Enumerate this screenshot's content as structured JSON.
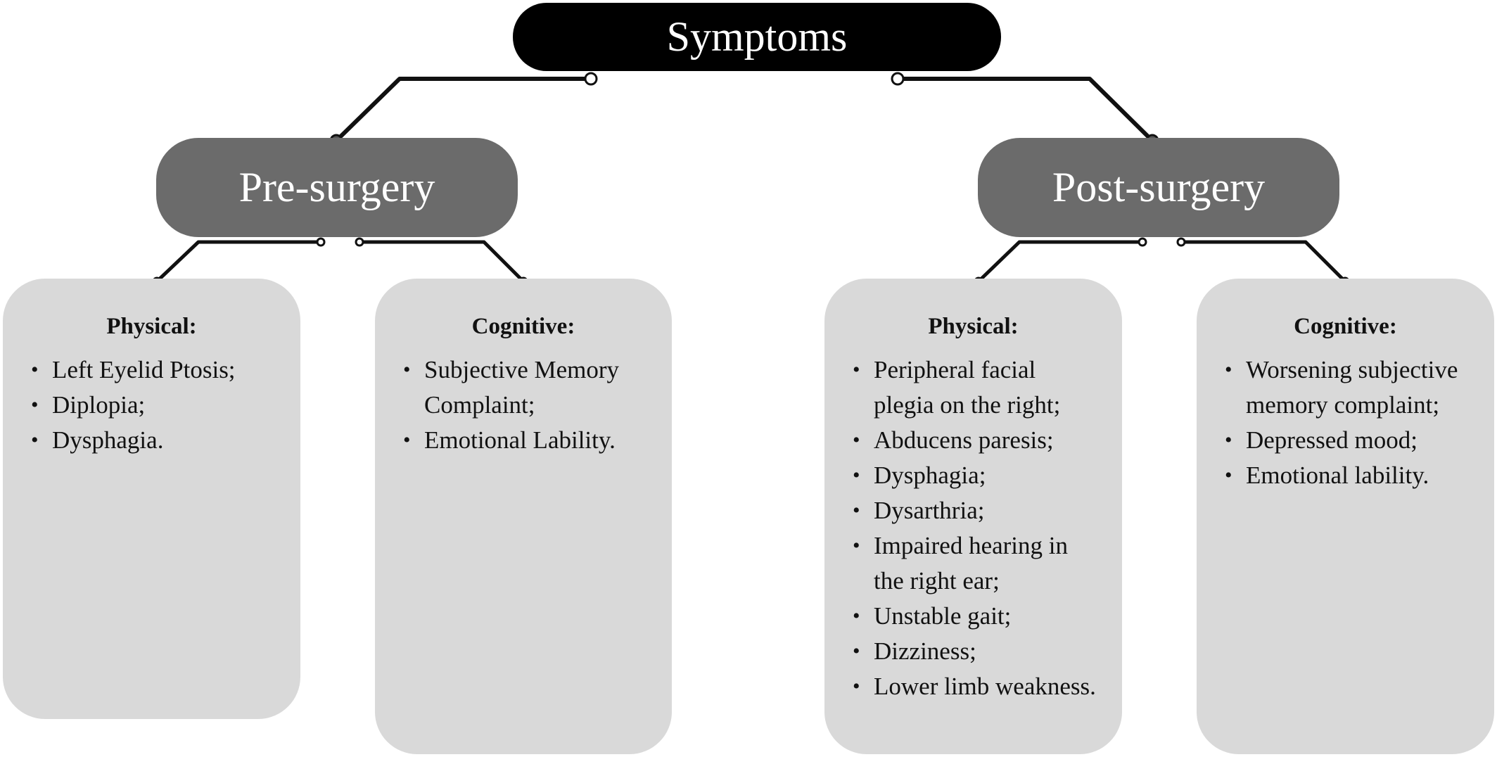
{
  "root": {
    "title": "Symptoms"
  },
  "phases": {
    "pre": {
      "label": "Pre-surgery"
    },
    "post": {
      "label": "Post-surgery"
    }
  },
  "cards": {
    "pre_physical": {
      "title": "Physical:",
      "items": [
        "Left Eyelid Ptosis;",
        "Diplopia;",
        "Dysphagia."
      ]
    },
    "pre_cognitive": {
      "title": "Cognitive:",
      "items": [
        "Subjective Memory Complaint;",
        "Emotional Lability."
      ]
    },
    "post_physical": {
      "title": "Physical:",
      "items": [
        "Peripheral facial plegia on the right;",
        "Abducens paresis;",
        "Dysphagia;",
        "Dysarthria;",
        "Impaired hearing in the right ear;",
        "Unstable gait;",
        "Dizziness;",
        "Lower limb weakness."
      ]
    },
    "post_cognitive": {
      "title": "Cognitive:",
      "items": [
        "Worsening subjective memory complaint;",
        "Depressed mood;",
        "Emotional lability."
      ]
    }
  },
  "colors": {
    "root_fill": "#000000",
    "phase_fill": "#6b6b6b",
    "card_fill": "#d9d9d9",
    "connector": "#111111"
  }
}
